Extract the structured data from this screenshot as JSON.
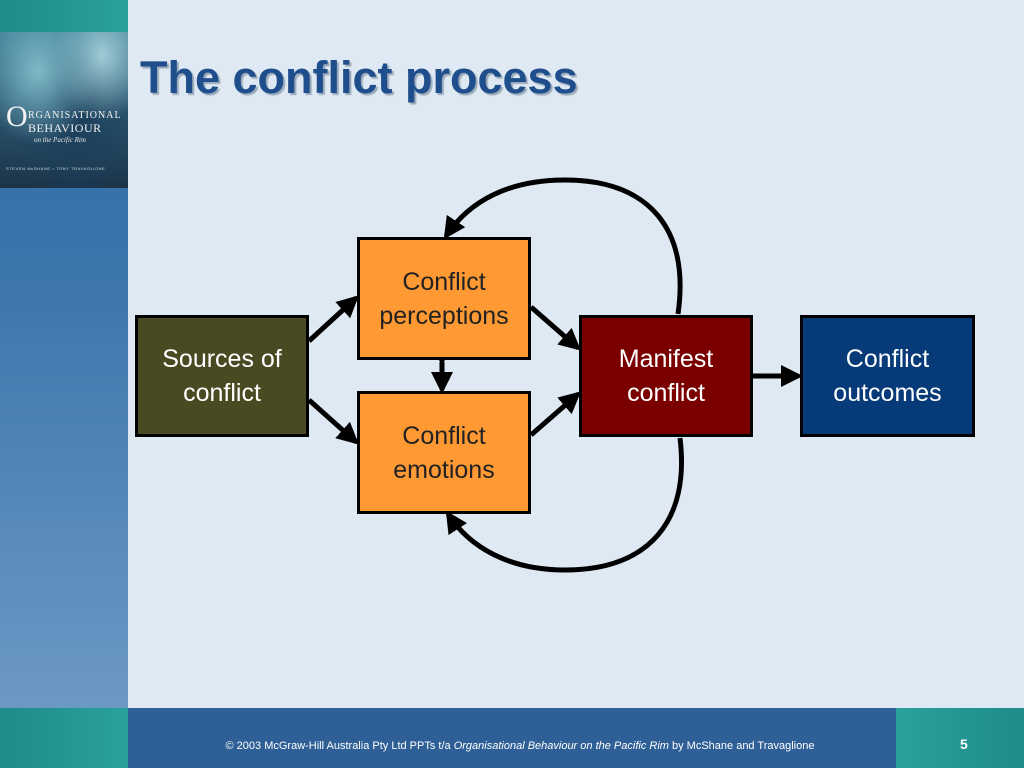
{
  "slide": {
    "title": "The conflict process",
    "number": "5"
  },
  "cover": {
    "mark": "O",
    "line1": "RGANISATIONAL",
    "line2": "BEHAVIOUR",
    "line3": "on the Pacific Rim",
    "authors": "STEVEN McSHANE • TONY TRAVAGLIONE"
  },
  "diagram": {
    "nodes": {
      "sources": {
        "line1": "Sources of",
        "line2": "conflict"
      },
      "perceptions": {
        "line1": "Conflict",
        "line2": "perceptions"
      },
      "emotions": {
        "line1": "Conflict",
        "line2": "emotions"
      },
      "manifest": {
        "line1": "Manifest",
        "line2": "conflict"
      },
      "outcomes": {
        "line1": "Conflict",
        "line2": "outcomes"
      }
    },
    "colors": {
      "sources": "#4a4a22",
      "perceptions": "#ff9933",
      "emotions": "#ff9933",
      "manifest": "#7a0000",
      "outcomes": "#063a78",
      "arrows": "#000000"
    }
  },
  "footer": {
    "copyright": "© 2003 McGraw-Hill Australia Pty Ltd PPTs t/a",
    "book_title": "Organisational Behaviour on the Pacific Rim",
    "authors": "by McShane and Travaglione"
  }
}
